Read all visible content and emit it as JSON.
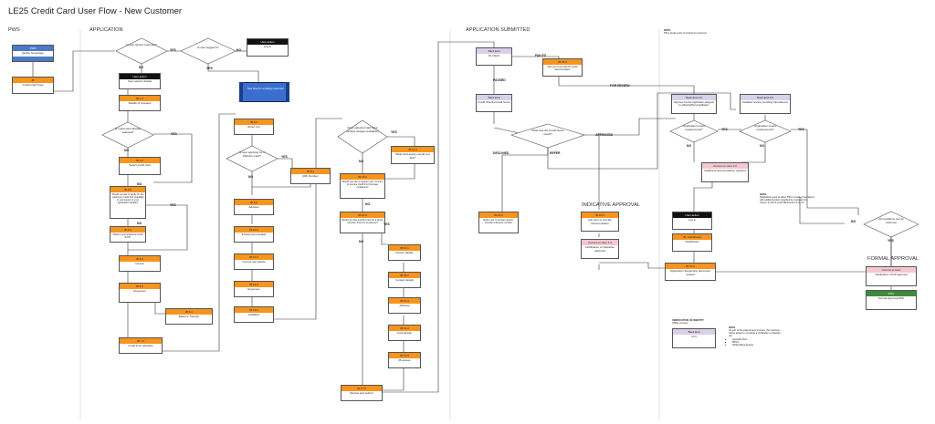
{
  "title": "LE25 Credit Card User Flow - New Customer",
  "sections": {
    "pws": "PWS",
    "application": "APPLICATION",
    "application_submitted": "APPLICATION SUBMITTED",
    "indicative_approval": "INDICATIVE APPROVAL",
    "formal_approval": "FORMAL APPROVAL"
  },
  "notes": {
    "note_top_title": "NOTE",
    "note_top_text": "PB is single point of contact for customer",
    "note_mid_title": "NOTE",
    "note_mid_text": "Notification goes to either PB or Lending Operations with additional docs supplied by customer for review, at which could Back End 2.0 or 3.0",
    "verif_title": "VERIFICATION OF IDENTITY",
    "verif_sub": "Offline process",
    "note_bottom_title": "NOTE",
    "note_bottom_text": "As part of the assessment process, the customer will be asked to complete a Verification of Identity, via:",
    "note_bottom_items": [
      "Australia Post",
      "BPVS",
      "Shake Bank Assess"
    ]
  },
  "nodes": {
    "pws1": {
      "head": "PWS",
      "body": "Qudos homepage"
    },
    "ib1": {
      "head": "IB",
      "body": "Credit Card Type"
    },
    "ua1": {
      "head": "User action",
      "body": "User selects details"
    },
    "ib10": {
      "head": "IB 1.0",
      "body": "Details of prospect"
    },
    "ib20": {
      "head": "IB 2.0",
      "body": "Select credit card"
    },
    "ib30": {
      "head": "IB 3.0",
      "body": "Would you like to apply for the maximum credit limit available to you based on your application details?"
    },
    "ib40": {
      "head": "IB 4.0",
      "body": "What is your preferred credit limit?"
    },
    "ib50": {
      "head": "IB 5.0",
      "body": "Income"
    },
    "ib60": {
      "head": "IB 6.0",
      "body": "Expenses"
    },
    "ib61": {
      "head": "IB 6.1",
      "body": "Balance Transfer"
    },
    "ib70": {
      "head": "IB 7.0",
      "body": "Credit limit indication"
    },
    "ua_login": {
      "head": "User action",
      "body": "Log in"
    },
    "existing": {
      "head": "",
      "body": "See flow for existing customer"
    },
    "ib80": {
      "head": "IB 8.0",
      "body": "About You"
    },
    "ib81": {
      "head": "IB 8.1",
      "body": "QFF Number"
    },
    "ib90": {
      "head": "IB 9.0",
      "body": "Address"
    },
    "ib100": {
      "head": "IB 10.0",
      "body": "Employment details"
    },
    "ib110": {
      "head": "IB 11.0",
      "body": "Income and assets"
    },
    "ib120": {
      "head": "IB 12.0",
      "body": "Expenses"
    },
    "ib130": {
      "head": "IB 13.0",
      "body": "Liabilities"
    },
    "ib140": {
      "head": "IB 14.0",
      "body": "What card design would you like?"
    },
    "ib150": {
      "head": "IB 15.0",
      "body": "Would you like to register your consent to receive credit limit increase invitations?"
    },
    "ib160": {
      "head": "IB 16.0",
      "body": "Would you like another card for a family member, friend or employee?"
    },
    "ib161": {
      "head": "IB 16.1",
      "body": "Person details"
    },
    "ib162": {
      "head": "IB 16.2",
      "body": "Contact details"
    },
    "ib163": {
      "head": "IB 16.3",
      "body": "Address"
    },
    "ib164": {
      "head": "IB 16.4",
      "body": "Card design"
    },
    "ib165": {
      "head": "IB 16.5",
      "body": "IB access"
    },
    "ib170": {
      "head": "IB 17.0",
      "body": "Review and submit"
    },
    "be_id": {
      "head": "Back End",
      "body": "ID Check"
    },
    "ib180": {
      "head": "IB 18.0",
      "body": "Ask user to provide ID check documentation"
    },
    "be_cc": {
      "head": "Back End",
      "body": "Credit Check+Credit Score"
    },
    "ib190": {
      "head": "IB 19.0",
      "body": "Refer user to contact Qudos. Provide reference number"
    },
    "ib200": {
      "head": "IB 20.0",
      "body": "Ask user to provide documentation"
    },
    "cu10": {
      "head": "Comms to User 1.0",
      "body": "Notification of indicative approval"
    },
    "be20": {
      "head": "Back End 2.0",
      "body": "High level review Application assigned to a Branch/Personal Banker"
    },
    "be30": {
      "head": "Back End 3.0",
      "body": "Detailed review (Lending Operations)"
    },
    "cu20": {
      "head": "Comms to User 2.0",
      "body": "Additional documentation required"
    },
    "ua_login2": {
      "head": "User action",
      "body": "Log in"
    },
    "ib_dash": {
      "head": "IB - Dashboard",
      "body": "Dashboard"
    },
    "ib210": {
      "head": "IB 21.0",
      "body": "Application Supporting document upload"
    },
    "be_voi": {
      "head": "Back End",
      "body": "VOI"
    },
    "cu_final": {
      "head": "Comms to User",
      "body": "Notification of full approval"
    },
    "doc": {
      "head": "DOC",
      "body": "Formal approval PDF"
    }
  },
  "decisions": {
    "d_qudos": "Is user Qudos customer?",
    "d_logged": "Is user logged in?",
    "d_credit": "Is credit card already selected?",
    "d_platinum": "Is user applying for a Platinum card?",
    "d_designs": "Does selected card have multiple designs available?",
    "d_score": "What was the Credit Score result?",
    "d_req1": "Application meets requirements?",
    "d_req2": "Application meets requirements?",
    "d_allcond": "All conditions met by customer"
  },
  "labels": {
    "yes": "YES",
    "no": "NO",
    "failed": "FAILED",
    "passed": "PASSED",
    "for_review": "FOR REVIEW",
    "approved": "APPROVED",
    "declined": "DECLINED",
    "refer": "REFER"
  }
}
